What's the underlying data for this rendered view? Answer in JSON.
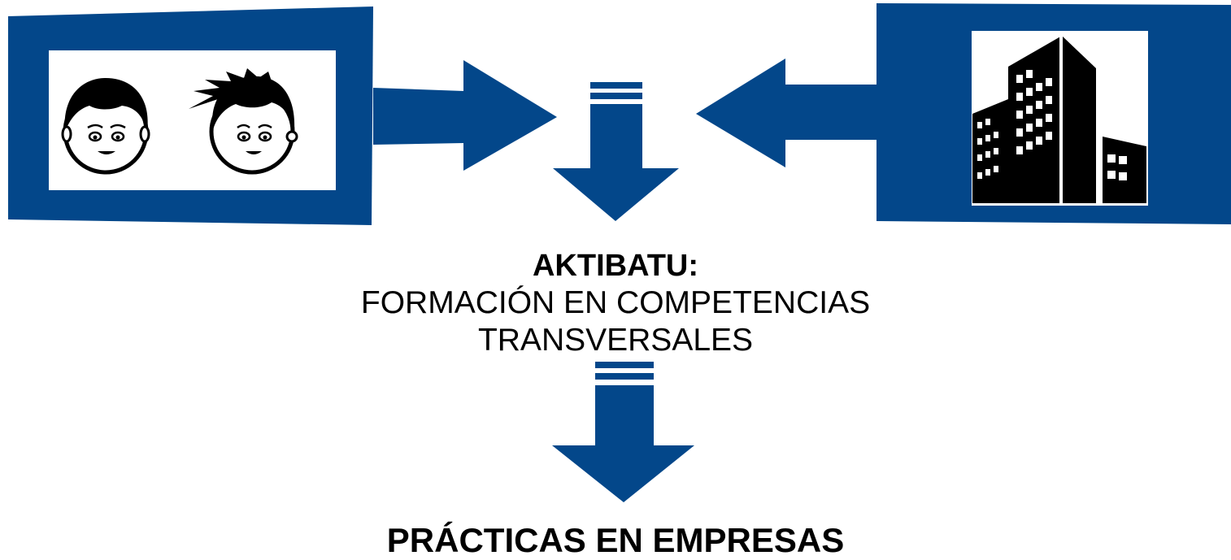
{
  "colors": {
    "primary": "#03478a",
    "panel": "#ffffff",
    "ink": "#000000"
  },
  "left_panel": {
    "icons": [
      "boy-face-icon",
      "spiky-hair-face-icon"
    ]
  },
  "right_panel": {
    "icons": [
      "office-buildings-icon"
    ]
  },
  "center": {
    "title": "AKTIBATU:",
    "line1": "FORMACIÓN EN COMPETENCIAS",
    "line2": "TRANSVERSALES"
  },
  "bottom": {
    "title": "PRÁCTICAS EN EMPRESAS"
  }
}
